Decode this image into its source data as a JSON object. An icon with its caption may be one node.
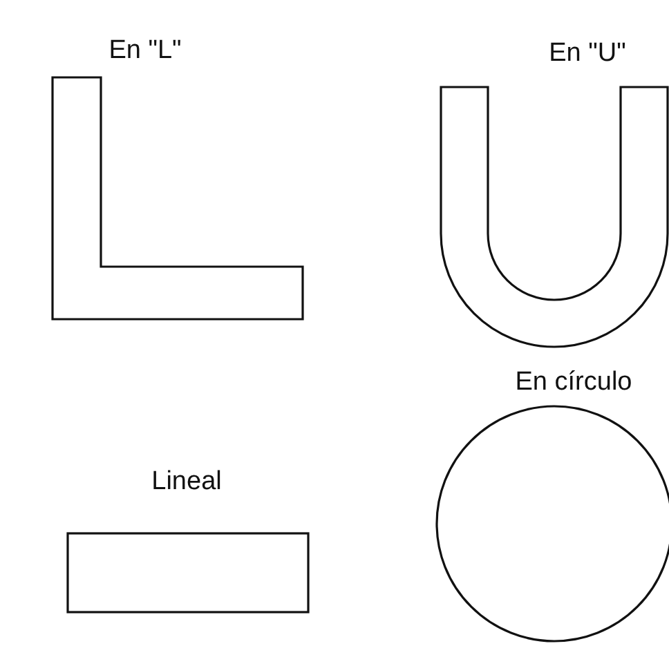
{
  "diagram": {
    "nodes": [
      {
        "text": [
          "En \"L\""
        ]
      },
      {
        "text": [
          "En \"U\""
        ]
      },
      {
        "text": [
          "Lineal"
        ]
      },
      {
        "text": [
          "En círculo"
        ]
      }
    ]
  }
}
